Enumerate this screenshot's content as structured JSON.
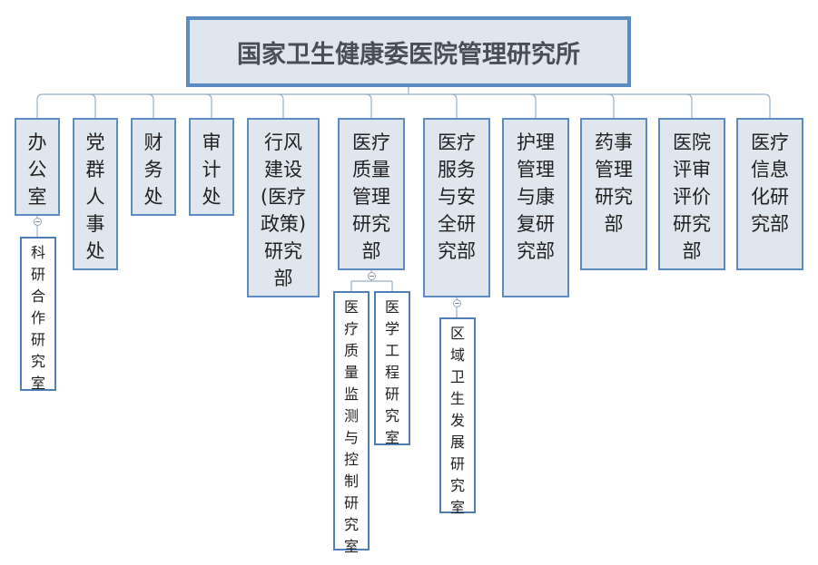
{
  "root": {
    "name": "国家卫生健康委医院管理研究所"
  },
  "departments": [
    {
      "lines": [
        "办",
        "公",
        "室"
      ],
      "children": [
        {
          "lines": [
            "科",
            "研",
            "合",
            "作",
            "研",
            "究",
            "室"
          ]
        }
      ]
    },
    {
      "lines": [
        "党",
        "群",
        "人",
        "事",
        "处"
      ],
      "children": []
    },
    {
      "lines": [
        "财",
        "务",
        "处"
      ],
      "children": []
    },
    {
      "lines": [
        "审",
        "计",
        "处"
      ],
      "children": []
    },
    {
      "lines": [
        "行风",
        "建设",
        "(医疗",
        "政策)",
        "研究",
        "部"
      ],
      "children": []
    },
    {
      "lines": [
        "医疗",
        "质量",
        "管理",
        "研究",
        "部"
      ],
      "children": [
        {
          "lines": [
            "医",
            "疗",
            "质",
            "量",
            "监",
            "测",
            "与",
            "控",
            "制",
            "研",
            "究",
            "室"
          ]
        },
        {
          "lines": [
            "医",
            "学",
            "工",
            "程",
            "研",
            "究",
            "室"
          ]
        }
      ]
    },
    {
      "lines": [
        "医疗",
        "服务",
        "与安",
        "全研",
        "究部"
      ],
      "children": [
        {
          "lines": [
            "区",
            "域",
            "卫",
            "生",
            "发",
            "展",
            "研",
            "究",
            "室"
          ]
        }
      ]
    },
    {
      "lines": [
        "护理",
        "管理",
        "与康",
        "复研",
        "究部"
      ],
      "children": []
    },
    {
      "lines": [
        "药事",
        "管理",
        "研究",
        "部"
      ],
      "children": []
    },
    {
      "lines": [
        "医院",
        "评审",
        "评价",
        "研究",
        "部"
      ],
      "children": []
    },
    {
      "lines": [
        "医疗",
        "信息",
        "化研",
        "究部"
      ],
      "children": []
    }
  ],
  "colors": {
    "box_fill": "#dfe6ee",
    "box_border": "#5b8bc0",
    "connector": "#9ab0c8",
    "root_text": "#4a4f57"
  }
}
